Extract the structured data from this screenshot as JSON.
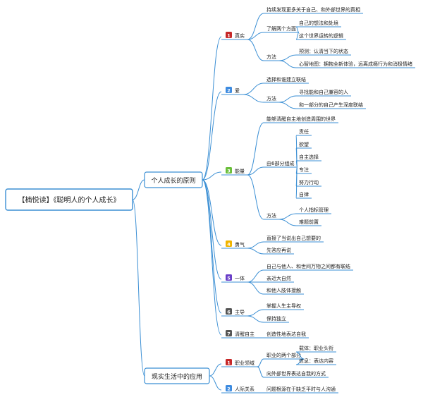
{
  "root": {
    "label": "【楠悦读】《聪明人的个人成长》"
  },
  "branches": [
    {
      "label": "个人成长的原则",
      "children": [
        {
          "num": "1",
          "color": "#c62828",
          "label": "真实",
          "children": [
            {
              "label": "持续发现更多关于自己、和外部世界的真相"
            },
            {
              "label": "了解两个方面",
              "children": [
                {
                  "label": "自己的想法和处境"
                },
                {
                  "label": "这个世界运转的逻辑"
                }
              ]
            },
            {
              "label": "方法",
              "children": [
                {
                  "label": "预测：认清当下的状态"
                },
                {
                  "label": "心智地图：拥抱全新体验，远离成瘾行为和消极情绪"
                }
              ]
            }
          ]
        },
        {
          "num": "2",
          "color": "#3d8be0",
          "label": "爱",
          "children": [
            {
              "label": "选择和谁建立联结"
            },
            {
              "label": "方法",
              "children": [
                {
                  "label": "寻找能和自己兼容的人"
                },
                {
                  "label": "和一部分的自己产生深度联结"
                }
              ]
            }
          ]
        },
        {
          "num": "3",
          "color": "#6abf3a",
          "label": "能量",
          "children": [
            {
              "label": "能够清醒自主地创造周围的世界"
            },
            {
              "label": "由6部分组成",
              "children": [
                {
                  "label": "责任"
                },
                {
                  "label": "欲望"
                },
                {
                  "label": "自主选择"
                },
                {
                  "label": "专注"
                },
                {
                  "label": "努力行动"
                },
                {
                  "label": "自律"
                }
              ]
            },
            {
              "label": "方法",
              "children": [
                {
                  "label": "个人指标管理"
                },
                {
                  "label": "难题前置"
                }
              ]
            }
          ]
        },
        {
          "num": "4",
          "color": "#f0b400",
          "label": "勇气",
          "children": [
            {
              "label": "直接了当说出自己想要的"
            },
            {
              "label": "先答应再说"
            }
          ]
        },
        {
          "num": "5",
          "color": "#6a3fc8",
          "label": "一体",
          "children": [
            {
              "label": "自己与他人、和世间万物之间都有联结"
            },
            {
              "label": "亲近大自然"
            },
            {
              "label": "和他人肢体接触"
            }
          ]
        },
        {
          "num": "6",
          "color": "#555555",
          "label": "主导",
          "children": [
            {
              "label": "掌握人生主导权"
            },
            {
              "label": "保持独立"
            }
          ]
        },
        {
          "num": "7",
          "color": "#555555",
          "label": "清醒自主",
          "children": [
            {
              "label": "创造性地表达自我"
            }
          ]
        }
      ]
    },
    {
      "label": "现实生活中的应用",
      "children": [
        {
          "num": "1",
          "color": "#c62828",
          "label": "职业领域",
          "children": [
            {
              "label": "职业的两个部分",
              "children": [
                {
                  "label": "载体：职业头衔"
                },
                {
                  "label": "信息：表达内容"
                }
              ]
            },
            {
              "label": "向外部世界表达自我的方式"
            }
          ]
        },
        {
          "num": "2",
          "color": "#3d8be0",
          "label": "人际关系",
          "children": [
            {
              "label": "问题根源在于缺乏平时与人沟通"
            }
          ]
        }
      ]
    }
  ],
  "colors": {
    "line": "#3b8fd4",
    "root_border": "#3b8fd4",
    "l1_border": "#3b8fd4"
  }
}
